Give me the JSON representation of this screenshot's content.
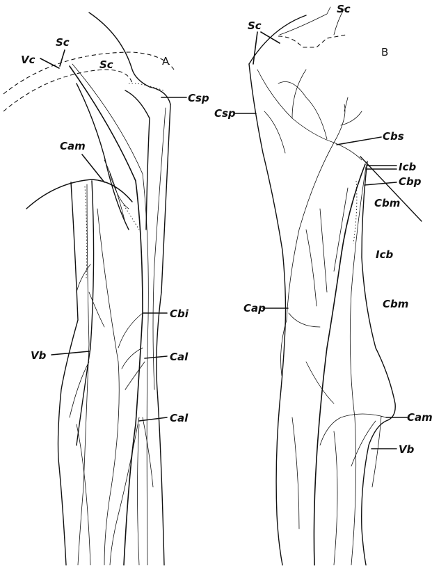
{
  "panels": {
    "a": "A",
    "b": "B"
  },
  "labels_a": {
    "sc_top": "Sc",
    "vc": "Vc",
    "sc_inner": "Sc",
    "csp": "Csp",
    "cam": "Cam",
    "cbi": "Cbi",
    "vb": "Vb",
    "cal_upper": "Cal",
    "cal_lower": "Cal"
  },
  "labels_b": {
    "sc_right": "Sc",
    "sc_left": "Sc",
    "csp": "Csp",
    "cbs": "Cbs",
    "icb_upper": "Icb",
    "cbp": "Cbp",
    "cbm_upper": "Cbm",
    "icb_lower": "Icb",
    "cap": "Cap",
    "cbm_lower": "Cbm",
    "cam": "Cam",
    "vb": "Vb"
  }
}
